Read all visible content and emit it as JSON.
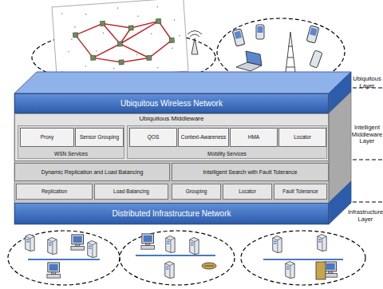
{
  "diagram": {
    "nodes": [
      {
        "text": [
          "Ubiquitous Wireless Network"
        ]
      },
      {
        "text": [
          "Ubiquitous Middleware"
        ]
      },
      {
        "text": [
          "WSN Services"
        ],
        "in": 1
      },
      {
        "text": [
          "Proxy"
        ],
        "in": 2
      },
      {
        "text": [
          "Sensor Grouping"
        ],
        "in": 2
      },
      {
        "text": [
          "Mobility Services"
        ],
        "in": 1
      },
      {
        "text": [
          "QOS"
        ],
        "in": 5
      },
      {
        "text": [
          "Context-Awareness"
        ],
        "in": 5
      },
      {
        "text": [
          "HMA"
        ],
        "in": 5
      },
      {
        "text": [
          "Locator"
        ],
        "in": 5
      },
      {
        "text": [
          "Dynamic Replication and Load Balancing"
        ]
      },
      {
        "text": [
          "Intelligent Search with Fault Tolerance"
        ]
      },
      {
        "text": [
          "Replication"
        ]
      },
      {
        "text": [
          "Load Balancing"
        ]
      },
      {
        "text": [
          "Grouping"
        ]
      },
      {
        "text": [
          "Locator"
        ]
      },
      {
        "text": [
          "Fault Tolerance"
        ]
      },
      {
        "text": [
          "Distributed Infrastructure Network"
        ]
      }
    ],
    "labels": [
      "Ubiquitous Layer",
      "Intelligent Middleware Layer",
      "Infrastructure Layer"
    ]
  }
}
